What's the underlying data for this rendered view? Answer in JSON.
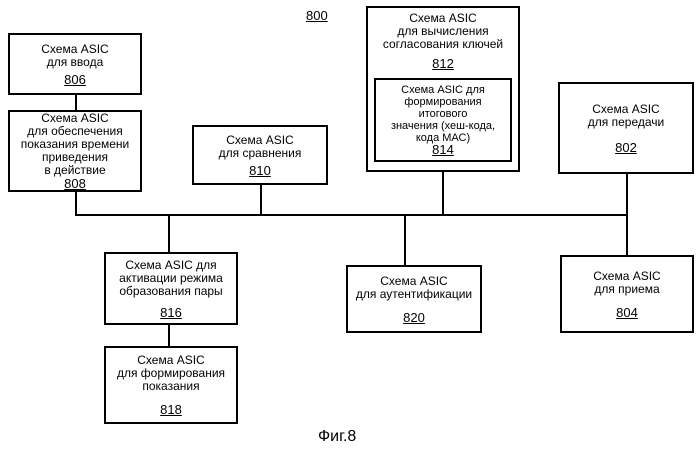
{
  "diagram": {
    "number": "800",
    "caption": "Фиг.8",
    "blocks": [
      {
        "id": "806",
        "label": "Схема ASIC\nдля ввода",
        "ref": "806"
      },
      {
        "id": "808",
        "label": "Схема ASIC\nдля обеспечения\nпоказания времени\nприведения\nв действие",
        "ref": "808"
      },
      {
        "id": "810",
        "label": "Схема ASIC\nдля сравнения",
        "ref": "810"
      },
      {
        "id": "812",
        "label": "Схема ASIC\nдля вычисления\nсогласования ключей",
        "ref": "812"
      },
      {
        "id": "814",
        "label": "Схема ASIC для\nформирования\nитогового\nзначения (хеш-кода,\nкода МАС)",
        "ref": "814"
      },
      {
        "id": "802",
        "label": "Схема ASIC\nдля передачи",
        "ref": "802"
      },
      {
        "id": "816",
        "label": "Схема ASIC для\nактивации режима\nобразования пары",
        "ref": "816"
      },
      {
        "id": "820",
        "label": "Схема ASIC\nдля аутентификации",
        "ref": "820"
      },
      {
        "id": "804",
        "label": "Схема ASIC\nдля  приема",
        "ref": "804"
      },
      {
        "id": "818",
        "label": "Схема ASIC\nдля формирования\nпоказания",
        "ref": "818"
      }
    ]
  }
}
